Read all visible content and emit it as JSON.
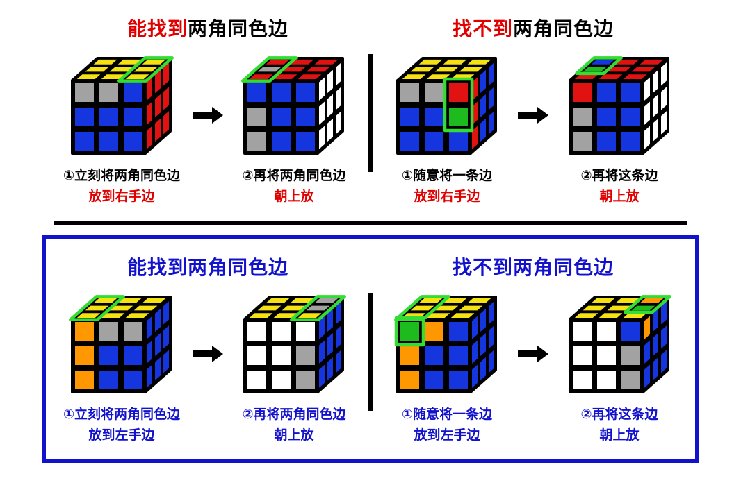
{
  "colors": {
    "red_text": "#e00000",
    "blue_theme": "#1212cc",
    "divider": "#000000",
    "highlight": "#33dd33",
    "stickers": {
      "Y": "#f6e112",
      "B": "#1535df",
      "R": "#e01212",
      "O": "#ff9800",
      "G": "#1dbb1d",
      "W": "#ffffff",
      "A": "#a2a2a2"
    }
  },
  "icons": {
    "arrow": "right-arrow"
  },
  "sections": [
    {
      "theme": "top",
      "panels": [
        {
          "title_parts": [
            {
              "text": "能找到"
            },
            {
              "text": "两角同色边"
            }
          ],
          "steps": [
            {
              "caption1": "①立刻将两角同色边",
              "caption2": "放到右手边",
              "cube": {
                "up": [
                  "YYY",
                  "YYY",
                  "YYY"
                ],
                "front": [
                  "AAB",
                  "BBB",
                  "BBB"
                ],
                "right": [
                  "RRR",
                  "RRR",
                  "RRR"
                ],
                "hl": [
                  {
                    "face": "up",
                    "r0": 0,
                    "c0": 2,
                    "r1": 2,
                    "c1": 2
                  }
                ]
              }
            },
            {
              "caption1": "②再将两角同色边",
              "caption2": "朝上放",
              "cube": {
                "up": [
                  "RRR",
                  "ARR",
                  "RRR"
                ],
                "front": [
                  "BBB",
                  "ABB",
                  "ABB"
                ],
                "right": [
                  "WWW",
                  "WWW",
                  "WWW"
                ],
                "hl": [
                  {
                    "face": "up",
                    "r0": 0,
                    "c0": 0,
                    "r1": 2,
                    "c1": 0
                  }
                ]
              }
            }
          ]
        },
        {
          "title_parts": [
            {
              "text": "找不到"
            },
            {
              "text": "两角同色边"
            }
          ],
          "steps": [
            {
              "caption1": "①随意将一条边",
              "caption2": "放到右手边",
              "cube": {
                "up": [
                  "YYY",
                  "YYY",
                  "YYY"
                ],
                "front": [
                  "AAR",
                  "BBG",
                  "BBB"
                ],
                "right": [
                  "RBB",
                  "RBB",
                  "RBB"
                ],
                "hl": [
                  {
                    "face": "front",
                    "r0": 0,
                    "c0": 2,
                    "r1": 1,
                    "c1": 2
                  }
                ]
              }
            },
            {
              "caption1": "②再将这条边",
              "caption2": "朝上放",
              "cube": {
                "up": [
                  "BRR",
                  "GRR",
                  "RRR"
                ],
                "front": [
                  "RBB",
                  "ABB",
                  "ABB"
                ],
                "right": [
                  "WWW",
                  "WWW",
                  "WWW"
                ],
                "hl": [
                  {
                    "face": "up",
                    "r0": 0,
                    "c0": 0,
                    "r1": 1,
                    "c1": 0
                  }
                ]
              }
            }
          ]
        }
      ]
    },
    {
      "theme": "bottom",
      "panels": [
        {
          "title_parts": [
            {
              "text": "能找到两角同色边"
            },
            {
              "text": ""
            }
          ],
          "steps": [
            {
              "caption1": "①立刻将两角同色边",
              "caption2": "放到左手边",
              "cube": {
                "up": [
                  "YYY",
                  "YYY",
                  "YYY"
                ],
                "front": [
                  "OAA",
                  "OBB",
                  "OBB"
                ],
                "right": [
                  "BBB",
                  "BBB",
                  "BBB"
                ],
                "hl": [
                  {
                    "face": "up",
                    "r0": 0,
                    "c0": 0,
                    "r1": 2,
                    "c1": 0
                  }
                ]
              }
            },
            {
              "caption1": "②再将两角同色边",
              "caption2": "朝上放",
              "cube": {
                "up": [
                  "YYA",
                  "YYA",
                  "YYY"
                ],
                "front": [
                  "WWW",
                  "WWA",
                  "WWA"
                ],
                "right": [
                  "BBB",
                  "BBB",
                  "BBB"
                ],
                "hl": [
                  {
                    "face": "up",
                    "r0": 0,
                    "c0": 2,
                    "r1": 2,
                    "c1": 2
                  }
                ]
              }
            }
          ]
        },
        {
          "title_parts": [
            {
              "text": "找不到两角同色边"
            },
            {
              "text": ""
            }
          ],
          "steps": [
            {
              "caption1": "①随意将一条边",
              "caption2": "放到左手边",
              "cube": {
                "up": [
                  "YYY",
                  "YYY",
                  "YYY"
                ],
                "front": [
                  "GOB",
                  "OBB",
                  "OBB"
                ],
                "right": [
                  "BBB",
                  "BBB",
                  "BBB"
                ],
                "hl": [
                  {
                    "face": "up",
                    "r0": 0,
                    "c0": 0,
                    "r1": 2,
                    "c1": 0
                  },
                  {
                    "face": "front",
                    "r0": 0,
                    "c0": 0,
                    "r1": 0,
                    "c1": 0
                  }
                ]
              }
            },
            {
              "caption1": "②再将这条边",
              "caption2": "朝上放",
              "cube": {
                "up": [
                  "YYO",
                  "YYG",
                  "YYY"
                ],
                "front": [
                  "WWB",
                  "WWA",
                  "WWA"
                ],
                "right": [
                  "OBB",
                  "BBB",
                  "BBB"
                ],
                "hl": [
                  {
                    "face": "up",
                    "r0": 0,
                    "c0": 2,
                    "r1": 1,
                    "c1": 2
                  }
                ]
              }
            }
          ]
        }
      ]
    }
  ]
}
